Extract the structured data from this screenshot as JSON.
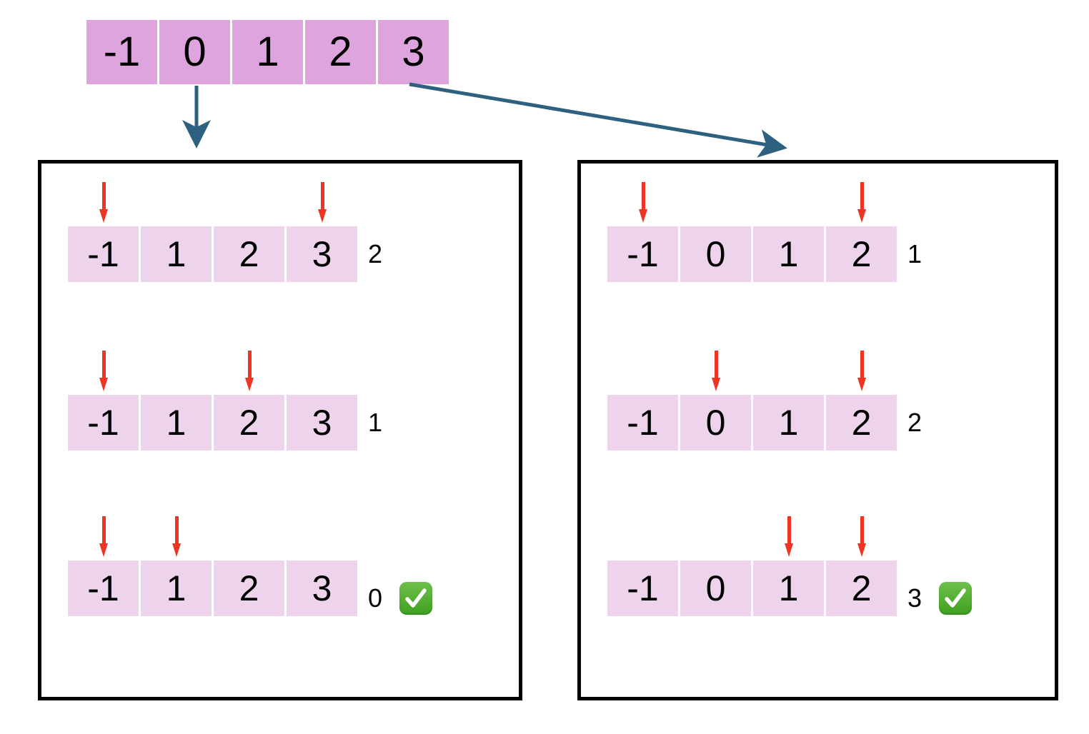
{
  "diagram": {
    "title": "two-pointer-two-sum-trace",
    "colors": {
      "source_cell_fill": "#dda4dd",
      "panel_cell_fill": "#eed3ec",
      "red_pointer": "#ee3524",
      "connector_arrow": "#2e6180",
      "panel_border": "#000000",
      "check_green": "#4caf28"
    }
  },
  "source": {
    "name": "source-array",
    "values": [
      "-1",
      "0",
      "1",
      "2",
      "3"
    ]
  },
  "connectors": [
    {
      "name": "connector-to-left-panel",
      "kind": "straight-down-arrow"
    },
    {
      "name": "connector-to-right-panel",
      "kind": "diagonal-arrow"
    }
  ],
  "panels": [
    {
      "name": "left-panel",
      "rows": [
        {
          "values": [
            "-1",
            "1",
            "2",
            "3"
          ],
          "pointers": [
            0,
            3
          ],
          "count": "2",
          "check": false
        },
        {
          "values": [
            "-1",
            "1",
            "2",
            "3"
          ],
          "pointers": [
            0,
            2
          ],
          "count": "1",
          "check": false
        },
        {
          "values": [
            "-1",
            "1",
            "2",
            "3"
          ],
          "pointers": [
            0,
            1
          ],
          "count": "0",
          "check": true
        }
      ]
    },
    {
      "name": "right-panel",
      "rows": [
        {
          "values": [
            "-1",
            "0",
            "1",
            "2"
          ],
          "pointers": [
            0,
            3
          ],
          "count": "1",
          "check": false
        },
        {
          "values": [
            "-1",
            "0",
            "1",
            "2"
          ],
          "pointers": [
            1,
            3
          ],
          "count": "2",
          "check": false
        },
        {
          "values": [
            "-1",
            "0",
            "1",
            "2"
          ],
          "pointers": [
            2,
            3
          ],
          "count": "3",
          "check": true
        }
      ]
    }
  ]
}
